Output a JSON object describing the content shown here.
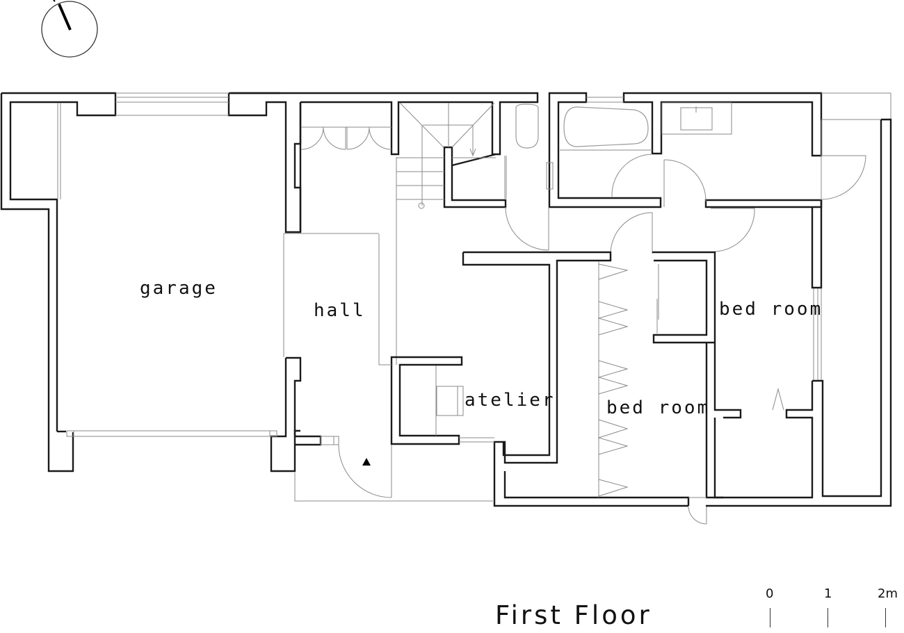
{
  "plan": {
    "title": "First Floor",
    "rooms": {
      "garage": "garage",
      "hall": "hall",
      "atelier": "atelier",
      "bedroom_center": "bed room",
      "bedroom_right": "bed room"
    },
    "scale_bar": {
      "ticks": [
        "0",
        "1",
        "2m"
      ]
    },
    "north_arrow": "north-arrow-icon",
    "entrance_marker": "entrance-triangle-icon"
  }
}
